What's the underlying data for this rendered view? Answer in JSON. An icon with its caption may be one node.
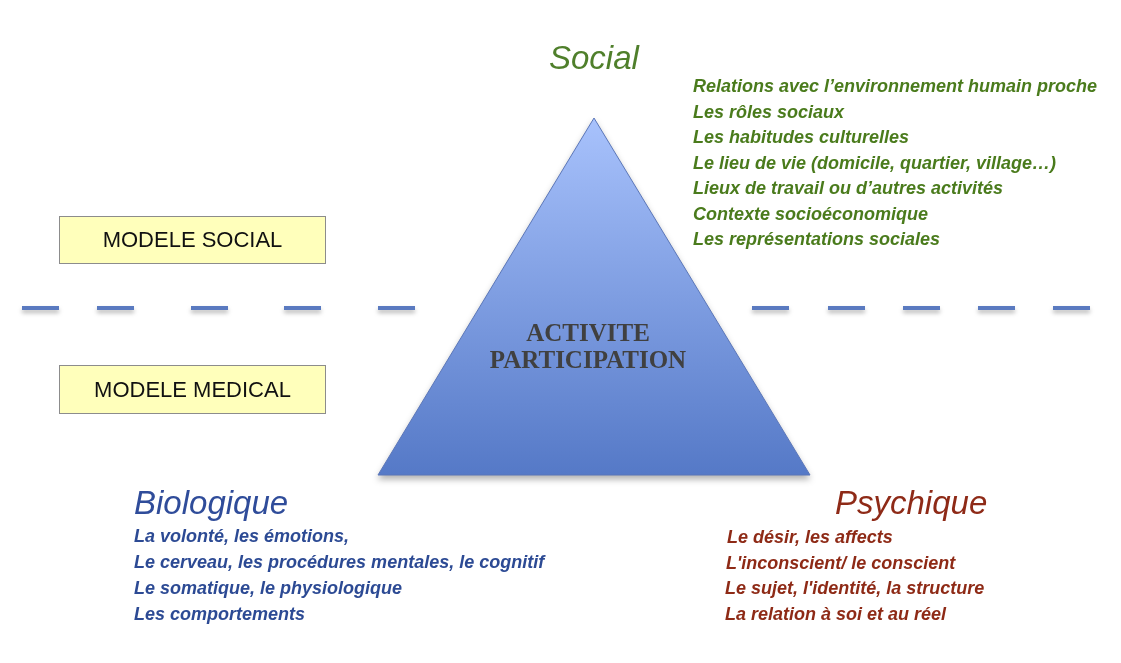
{
  "diagram": {
    "nodes": [
      {
        "text": [
          "ACTIVITE PARTICIPATION"
        ]
      },
      {
        "text": [
          "MODELE SOCIAL"
        ]
      },
      {
        "text": [
          "MODELE MEDICAL"
        ]
      }
    ],
    "labels": [
      "Social",
      "Relations avec l’environnement humain proche",
      "Les rôles sociaux",
      "Les habitudes culturelles",
      "Le lieu de vie (domicile, quartier, village…)",
      "Lieux de travail ou d’autres activités",
      "Contexte socioéconomique",
      "Les représentations sociales",
      "Biologique",
      "La volonté, les émotions,",
      "Le cerveau, les procédures mentales, le cognitif",
      "Le somatique, le physiologique",
      "Les comportements",
      "Psychique",
      "Le désir, les affects",
      "L'inconscient/ le conscient",
      "Le sujet, l'identité, la structure",
      "La relation à soi et au réel"
    ]
  }
}
